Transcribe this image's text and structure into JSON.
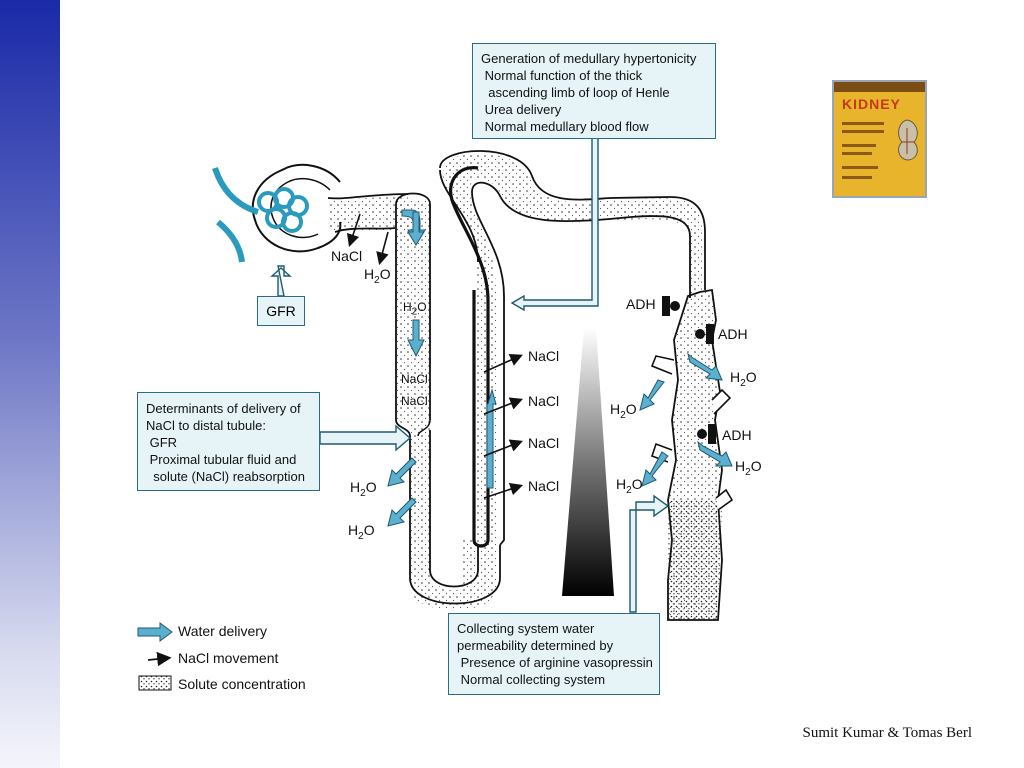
{
  "top_box": {
    "lines": [
      "Generation of medullary hypertonicity",
      " Normal function of the thick",
      "  ascending limb of loop of Henle",
      " Urea delivery",
      " Normal medullary blood flow"
    ]
  },
  "left_box": {
    "lines": [
      "Determinants of delivery of",
      "NaCl to distal tubule:",
      " GFR",
      " Proximal tubular fluid and",
      "  solute (NaCl) reabsorption"
    ]
  },
  "bottom_box": {
    "lines": [
      "Collecting system water",
      "permeability determined by",
      " Presence of arginine vasopressin",
      " Normal collecting system"
    ]
  },
  "gfr_label": "GFR",
  "labels": {
    "nacl": "NaCl",
    "h2o_h": "H",
    "h2o_sub": "2",
    "h2o_o": "O",
    "adh": "ADH"
  },
  "legend": {
    "water": "Water delivery",
    "nacl": "NaCl movement",
    "solute": "Solute concentration"
  },
  "book": {
    "title": "KIDNEY"
  },
  "credit": "Sumit Kumar & Tomas Berl",
  "colors": {
    "accent": "#5bb0cf",
    "glomerulus": "#2a9bbf",
    "box_fill": "#e6f4f8"
  }
}
